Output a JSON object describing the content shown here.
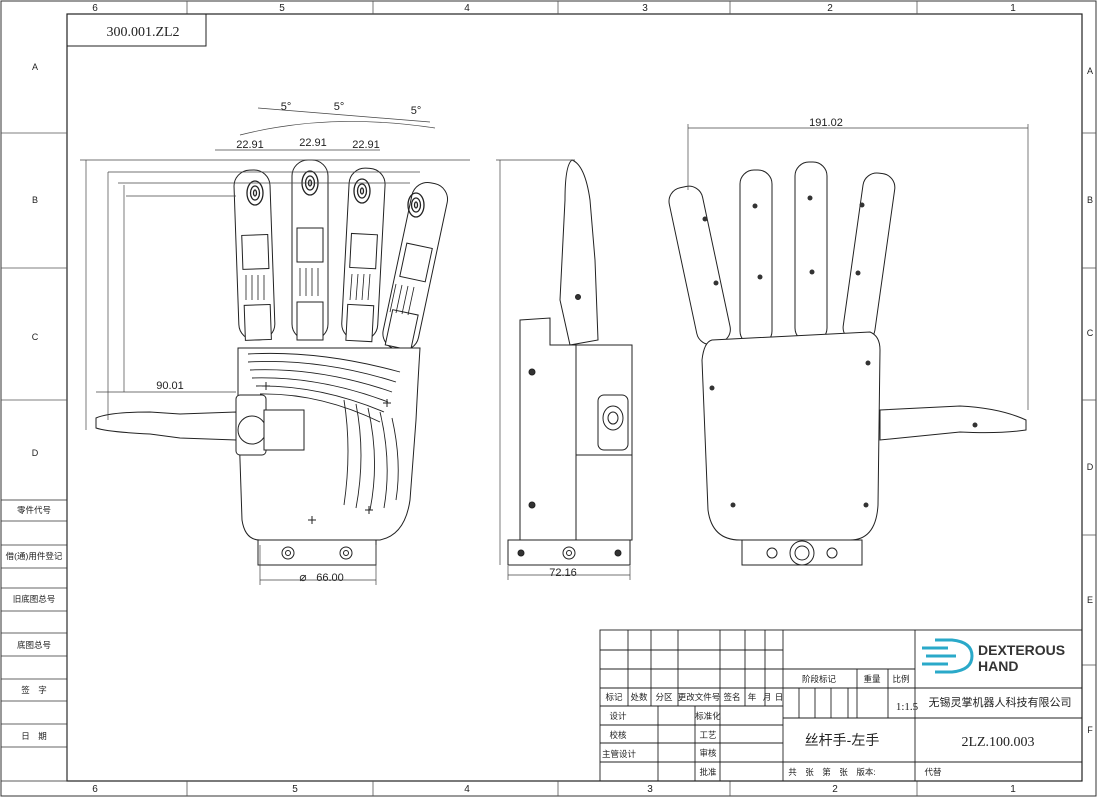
{
  "frame": {
    "columns_top": [
      "6",
      "5",
      "4",
      "3",
      "2",
      "1"
    ],
    "columns_bottom": [
      "6",
      "5",
      "4",
      "3",
      "2",
      "1"
    ],
    "rows_left": [
      "A",
      "B",
      "C",
      "D"
    ],
    "rows_right": [
      "A",
      "B",
      "C",
      "D",
      "E",
      "F"
    ],
    "drawing_code": "300.001.ZL2"
  },
  "side_panel": {
    "labels": [
      "零件代号",
      "借(通)用件登记",
      "旧底图总号",
      "底图总号",
      "签　字",
      "日　期"
    ]
  },
  "dimensions": {
    "angles": [
      "5°",
      "5°",
      "5°"
    ],
    "finger_spacing": [
      "22.91",
      "22.91",
      "22.91"
    ],
    "thumb_length": "90.01",
    "base_diameter": "66.00",
    "side_depth": "72.16",
    "back_width": "191.02"
  },
  "title_block": {
    "revision_headers": [
      "标记",
      "处数",
      "分区",
      "更改文件号",
      "签名",
      "年",
      "月",
      "日"
    ],
    "role_labels": [
      "设计",
      "校核",
      "主管设计"
    ],
    "role_labels_2": [
      "标准化",
      "工艺",
      "审核",
      "批准"
    ],
    "stage_label": "阶段标记",
    "weight_label": "重量",
    "scale_label": "比例",
    "scale_value": "1:1.5",
    "company": "无锡灵掌机器人科技有限公司",
    "part_name": "丝杆手-左手",
    "part_number": "2LZ.100.003",
    "sheet_info": "共　张　第　张",
    "version_label": "版本:",
    "replace_label": "代替",
    "logo_line1": "DEXTEROUS",
    "logo_line2": "HAND",
    "logo_color": "#2aa9c9"
  }
}
